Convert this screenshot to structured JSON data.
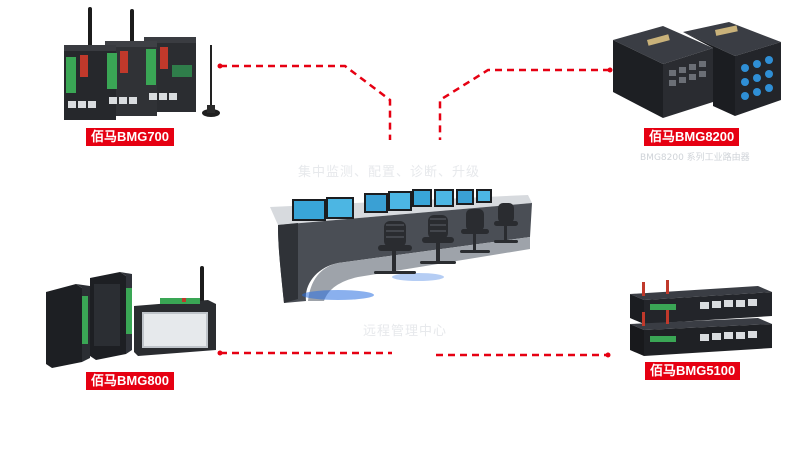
{
  "devices": {
    "bmg700": {
      "label": "佰马BMG700"
    },
    "bmg8200": {
      "label": "佰马BMG8200",
      "caption": "BMG8200 系列工业路由器"
    },
    "bmg800": {
      "label": "佰马BMG800"
    },
    "bmg5100": {
      "label": "佰马BMG5100"
    }
  },
  "center": {
    "top_caption": "集中监测、配置、诊断、升级",
    "bottom_caption": "远程管理中心"
  },
  "colors": {
    "accent": "#e60012",
    "connector": "#e60012",
    "device_body": "#2b2d31",
    "terminal_green": "#3aa655"
  }
}
